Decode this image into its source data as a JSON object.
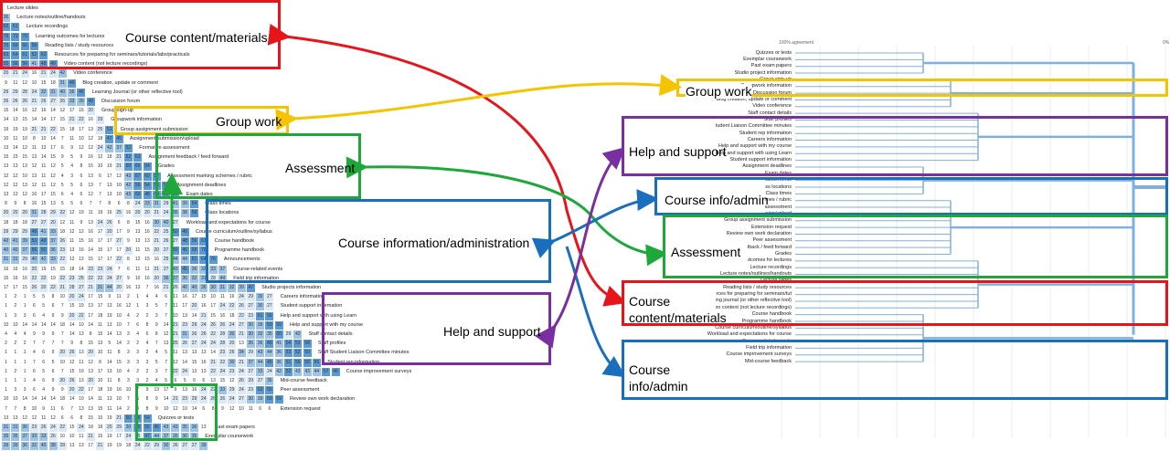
{
  "matrix": {
    "rows": [
      {
        "label": "Lecture slides",
        "values": []
      },
      {
        "label": "Lecture notes/outline/handouts",
        "values": [
          36
        ]
      },
      {
        "label": "Lecture recordings",
        "values": [
          62,
          61
        ]
      },
      {
        "label": "Learning outcomes for lectures",
        "values": [
          73,
          73,
          70
        ]
      },
      {
        "label": "Reading lists / study resources",
        "values": [
          70,
          69,
          66,
          58
        ]
      },
      {
        "label": "Resources for preparing for seminars/tutorials/labs/practicals",
        "values": [
          63,
          64,
          61,
          52,
          63
        ]
      },
      {
        "label": "Video content (not lecture recordings)",
        "values": [
          55,
          56,
          56,
          41,
          48,
          49
        ]
      },
      {
        "label": "Video conference",
        "values": [
          20,
          21,
          24,
          16,
          21,
          24,
          42
        ]
      },
      {
        "label": "Blog creation, update or comment",
        "values": [
          9,
          11,
          12,
          10,
          15,
          18,
          31,
          49
        ]
      },
      {
        "label": "Learning Journal (or other reflective tool)",
        "values": [
          29,
          29,
          28,
          24,
          32,
          31,
          40,
          36,
          46
        ]
      },
      {
        "label": "Discussion forum",
        "values": [
          26,
          26,
          26,
          21,
          26,
          27,
          26,
          33,
          39,
          48
        ]
      },
      {
        "label": "Group sign-up",
        "values": [
          15,
          14,
          16,
          12,
          16,
          14,
          12,
          17,
          16,
          20
        ]
      },
      {
        "label": "Groupwork information",
        "values": [
          14,
          13,
          15,
          14,
          14,
          17,
          15,
          21,
          22,
          16,
          29
        ]
      },
      {
        "label": "Group assignment submission",
        "values": [
          19,
          19,
          19,
          21,
          21,
          22,
          15,
          18,
          17,
          13,
          25,
          51
        ]
      },
      {
        "label": "Assignment submission/upload",
        "values": [
          10,
          11,
          10,
          8,
          10,
          14,
          7,
          11,
          10,
          12,
          18,
          47,
          45
        ]
      },
      {
        "label": "Formative assessment",
        "values": [
          13,
          14,
          12,
          11,
          13,
          17,
          6,
          9,
          12,
          12,
          24,
          42,
          37,
          52
        ]
      },
      {
        "label": "Assignment feedback / feed forward",
        "values": [
          15,
          15,
          15,
          13,
          14,
          15,
          9,
          5,
          9,
          16,
          12,
          18,
          21,
          52,
          63
        ]
      },
      {
        "label": "Grades",
        "values": [
          13,
          13,
          13,
          12,
          11,
          12,
          5,
          4,
          8,
          15,
          10,
          19,
          21,
          50,
          66,
          54
        ]
      },
      {
        "label": "Assessment marking schemes / rubric",
        "values": [
          12,
          12,
          10,
          13,
          11,
          12,
          4,
          3,
          6,
          13,
          6,
          17,
          12,
          43,
          67,
          60,
          57
        ]
      },
      {
        "label": "Assignment deadlines",
        "values": [
          12,
          12,
          13,
          12,
          11,
          12,
          5,
          5,
          6,
          13,
          7,
          13,
          10,
          42,
          56,
          54,
          56,
          55
        ]
      },
      {
        "label": "Exam dates",
        "values": [
          13,
          12,
          12,
          16,
          17,
          15,
          6,
          4,
          6,
          12,
          7,
          13,
          10,
          43,
          60,
          48,
          49,
          51,
          51
        ]
      },
      {
        "label": "Class times",
        "values": [
          8,
          9,
          8,
          16,
          15,
          13,
          5,
          5,
          6,
          7,
          7,
          8,
          6,
          8,
          24,
          33,
          31,
          29,
          41,
          39,
          54
        ]
      },
      {
        "label": "Class locations",
        "values": [
          20,
          20,
          20,
          31,
          28,
          29,
          22,
          12,
          19,
          11,
          19,
          16,
          25,
          16,
          20,
          20,
          21,
          24,
          36,
          38,
          58
        ]
      },
      {
        "label": "Workload and expectations for course",
        "values": [
          18,
          18,
          18,
          27,
          27,
          20,
          12,
          11,
          9,
          13,
          24,
          26,
          6,
          8,
          15,
          16,
          30,
          40,
          27
        ]
      },
      {
        "label": "Course curriculum/outline/syllabus",
        "values": [
          29,
          29,
          29,
          48,
          41,
          33,
          18,
          12,
          12,
          16,
          17,
          20,
          17,
          9,
          13,
          16,
          22,
          25,
          50,
          48
        ]
      },
      {
        "label": "Course handbook",
        "values": [
          42,
          41,
          39,
          53,
          49,
          37,
          26,
          11,
          15,
          16,
          17,
          17,
          27,
          9,
          13,
          13,
          21,
          26,
          27,
          48,
          56,
          61
        ]
      },
      {
        "label": "Programme handbook",
        "values": [
          40,
          40,
          37,
          56,
          50,
          36,
          23,
          13,
          16,
          14,
          15,
          17,
          17,
          20,
          11,
          15,
          20,
          27,
          50,
          46,
          58,
          76
        ]
      },
      {
        "label": "Announcements",
        "values": [
          31,
          31,
          29,
          40,
          42,
          33,
          22,
          12,
          13,
          15,
          17,
          17,
          22,
          8,
          12,
          15,
          16,
          25,
          44,
          44,
          61,
          64,
          76
        ]
      },
      {
        "label": "Course-related events",
        "values": [
          16,
          16,
          16,
          20,
          19,
          15,
          15,
          18,
          14,
          23,
          23,
          24,
          7,
          6,
          11,
          11,
          21,
          27,
          43,
          45,
          36,
          32,
          33,
          37
        ]
      },
      {
        "label": "Field trip information",
        "values": [
          15,
          16,
          16,
          22,
          22,
          19,
          22,
          23,
          25,
          22,
          22,
          24,
          27,
          9,
          10,
          16,
          20,
          36,
          37,
          35,
          32,
          31,
          28,
          44
        ]
      },
      {
        "label": "Studio projects information",
        "values": [
          17,
          17,
          15,
          26,
          20,
          22,
          21,
          28,
          27,
          21,
          31,
          44,
          20,
          16,
          13,
          7,
          16,
          21,
          26,
          40,
          40,
          36,
          30,
          31,
          32,
          39,
          47
        ]
      }
    ]
  },
  "matrix_lower_values": [
    [
      1,
      2,
      1,
      5,
      5,
      8,
      10,
      20,
      24,
      17,
      15,
      9,
      11,
      2,
      1,
      4,
      4,
      6,
      11,
      16,
      17,
      15,
      10,
      11,
      16,
      24,
      29,
      30,
      27
    ],
    [
      1,
      2,
      1,
      6,
      5,
      6,
      7,
      15,
      19,
      13,
      17,
      13,
      16,
      12,
      1,
      3,
      5,
      7,
      11,
      17,
      20,
      16,
      17,
      24,
      22,
      26,
      27,
      30,
      27
    ],
    [
      1,
      3,
      3,
      6,
      4,
      9,
      9,
      20,
      22,
      17,
      18,
      19,
      10,
      4,
      2,
      2,
      3,
      7,
      10,
      13,
      14,
      21,
      15,
      16,
      18,
      22,
      23,
      61,
      56
    ],
    [
      10,
      10,
      14,
      14,
      14,
      14,
      18,
      14,
      10,
      14,
      11,
      13,
      10,
      7,
      6,
      8,
      9,
      14,
      21,
      23,
      29,
      24,
      26,
      26,
      24,
      27,
      30,
      39,
      59,
      59
    ],
    [
      4,
      4,
      4,
      9,
      9,
      9,
      7,
      14,
      13,
      8,
      15,
      14,
      13,
      3,
      4,
      6,
      8,
      12,
      21,
      31,
      26,
      26,
      22,
      28,
      30,
      21,
      30,
      32,
      35,
      50,
      29,
      42
    ],
    [
      2,
      2,
      2,
      7,
      7,
      7,
      7,
      9,
      8,
      15,
      13,
      5,
      14,
      2,
      2,
      4,
      7,
      13,
      25,
      26,
      27,
      24,
      24,
      28,
      20,
      13,
      36,
      36,
      49,
      41,
      54,
      53,
      58
    ],
    [
      1,
      1,
      1,
      4,
      6,
      9,
      20,
      26,
      13,
      20,
      10,
      11,
      8,
      3,
      3,
      2,
      4,
      5,
      11,
      13,
      13,
      13,
      14,
      23,
      26,
      34,
      29,
      43,
      44,
      36,
      53,
      52,
      59
    ],
    [
      1,
      1,
      1,
      7,
      6,
      5,
      10,
      12,
      11,
      12,
      8,
      14,
      15,
      3,
      3,
      3,
      5,
      7,
      12,
      14,
      15,
      16,
      21,
      22,
      30,
      21,
      37,
      44,
      45,
      36,
      51,
      56,
      58,
      55
    ],
    [
      1,
      2,
      1,
      6,
      5,
      6,
      7,
      15,
      19,
      13,
      17,
      13,
      10,
      4,
      2,
      2,
      3,
      7,
      22,
      24,
      13,
      13,
      22,
      24,
      23,
      24,
      27,
      33,
      24,
      42,
      52,
      43,
      43,
      44,
      57,
      48
    ],
    [
      1,
      1,
      1,
      4,
      6,
      9,
      20,
      26,
      13,
      20,
      10,
      11,
      8,
      3,
      3,
      2,
      4,
      5,
      6,
      5,
      6,
      6,
      13,
      15,
      12,
      26,
      29,
      27,
      36
    ],
    [
      1,
      3,
      3,
      6,
      4,
      9,
      9,
      20,
      22,
      17,
      18,
      19,
      16,
      10,
      7,
      9,
      13,
      17,
      9,
      13,
      16,
      24,
      22,
      33,
      29,
      24,
      23,
      63,
      55
    ],
    [
      10,
      10,
      14,
      14,
      14,
      14,
      18,
      14,
      10,
      14,
      11,
      13,
      10,
      7,
      6,
      8,
      9,
      14,
      21,
      23,
      29,
      24,
      26,
      26,
      24,
      27,
      30,
      39,
      59,
      59
    ],
    [
      7,
      7,
      8,
      10,
      9,
      11,
      6,
      7,
      13,
      13,
      15,
      11,
      14,
      2,
      3,
      8,
      9,
      10,
      12,
      10,
      14,
      6,
      8,
      9,
      12,
      10,
      11,
      6,
      6
    ],
    [
      13,
      13,
      12,
      12,
      11,
      12,
      6,
      6,
      8,
      15,
      10,
      19,
      21,
      50,
      66,
      54
    ],
    [
      31,
      31,
      30,
      23,
      26,
      24,
      22,
      15,
      24,
      18,
      18,
      20,
      29,
      30,
      50,
      55,
      45,
      43,
      43,
      35,
      36,
      13
    ],
    [
      35,
      35,
      37,
      33,
      33,
      26,
      10,
      10,
      11,
      21,
      15,
      19,
      17,
      24,
      25,
      47,
      44,
      37,
      35,
      36,
      35
    ],
    [
      39,
      39,
      36,
      32,
      40,
      38,
      28,
      13,
      13,
      17,
      21,
      19,
      19,
      18,
      24,
      22,
      29,
      30,
      26,
      27,
      27,
      39
    ]
  ],
  "tail_labels": [
    "Careers information",
    "Student support information",
    "Help and support with using Learn",
    "Help and support with my course",
    "Staff contact details",
    "Staff profiles",
    "Staff Student Liaison Committee minutes",
    "Student rep information",
    "Course improvement surveys",
    "Mid-course feedback",
    "Peer assessment",
    "Review own work declaration",
    "Extension request",
    "Quizzes or tests",
    "Past exam papers",
    "Exemplar coursework"
  ],
  "callouts": {
    "course_content": "Course content/materials",
    "group_work_left": "Group work",
    "assessment_left": "Assessment",
    "course_info_left": "Course information/administration",
    "help_support_left": "Help and support",
    "group_work_right": "Group work",
    "help_support_right": "Help and support",
    "course_info_right": "Course info/admin",
    "assessment_right": "Assessment",
    "course_content_right": "Course content/materials",
    "course_info_right2": "Course info/admin"
  },
  "dendrogram": {
    "axis_left": "100% agreement",
    "axis_right": "0%",
    "leaves": [
      "Quizzes or tests",
      "Exemplar coursework",
      "Past exam papers",
      "Studio project information",
      "Group sign-up",
      "Groupwork information",
      "Discussion forum",
      "Blog creation, update or comment",
      "Video conference",
      "Staff contact details",
      "Staff profiles",
      "Staff Student Liaison Committee minutes",
      "Student rep information",
      "Careers information",
      "Help and support with my course",
      "Help and support with using Learn",
      "Student support information",
      "Assignment deadlines",
      "Exam dates",
      "Announcements",
      "Class locations",
      "Class times",
      "Assessment marking schemes / rubric",
      "Formative assessment",
      "Assignment submission/upload",
      "Group assignment submission",
      "Extension request",
      "Review own work declaration",
      "Peer assessment",
      "Assignment feedback / feed forward",
      "Grades",
      "Learning outcomes for lectures",
      "Lecture recordings",
      "Lecture notes/outlines/handouts",
      "Lecture slides",
      "Reading lists / study resources",
      "Resources for preparing for seminars/tut",
      "Learning journal (or other reflective tool)",
      "Video content (not lecture recordings)",
      "Course handbook",
      "Programme handbook",
      "Course curriculum/outline/syllabus",
      "Workload and expectations for course",
      "Course-related events",
      "Field trip information",
      "Course improvement surveys",
      "Mid-course feedback"
    ]
  },
  "colors": {
    "red": "#e8141b",
    "yellow": "#f5c400",
    "green": "#1fa83a",
    "blue": "#1a6fbd",
    "purple": "#7a2fa0",
    "cell_strong": "#5b9bd5",
    "cell_mid": "#9dc3e6",
    "cell_light": "#dbe8f5"
  }
}
